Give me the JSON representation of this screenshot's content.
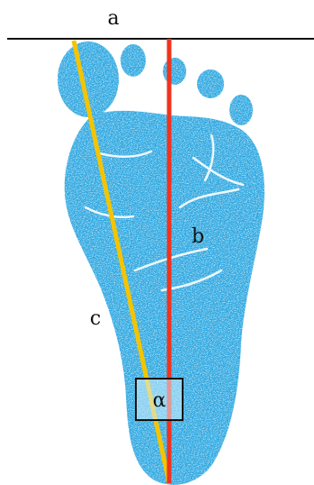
{
  "labels": {
    "a": "a",
    "b": "b",
    "c": "c",
    "angle": "α"
  },
  "colors": {
    "footprint": "#2aa6e0",
    "footprint_light": "#6ec6ee",
    "line_a": "#111111",
    "line_b": "#f0331f",
    "line_c": "#f5c400",
    "angle_box_fill": "#cfeffb",
    "angle_box_stroke": "#111111"
  }
}
